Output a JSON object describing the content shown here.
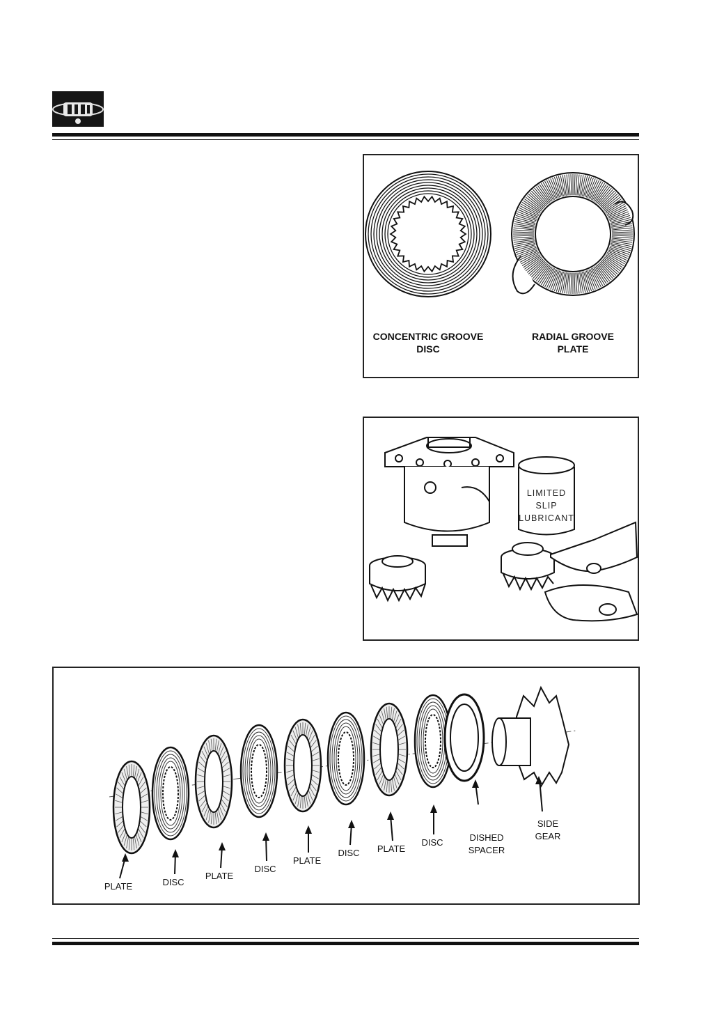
{
  "figure_groove_types": {
    "concentric_label_line1": "CONCENTRIC GROOVE",
    "concentric_label_line2": "DISC",
    "radial_label_line1": "RADIAL GROOVE",
    "radial_label_line2": "PLATE"
  },
  "figure_lubricant": {
    "can_label_line1": "LIMITED",
    "can_label_line2": "SLIP",
    "can_label_line3": "LUBRICANT"
  },
  "figure_clutch_stack": {
    "labels": [
      "PLATE",
      "DISC",
      "PLATE",
      "DISC",
      "PLATE",
      "DISC",
      "PLATE",
      "DISC"
    ],
    "dished_spacer_line1": "DISHED",
    "dished_spacer_line2": "SPACER",
    "side_gear_line1": "SIDE",
    "side_gear_line2": "GEAR"
  }
}
